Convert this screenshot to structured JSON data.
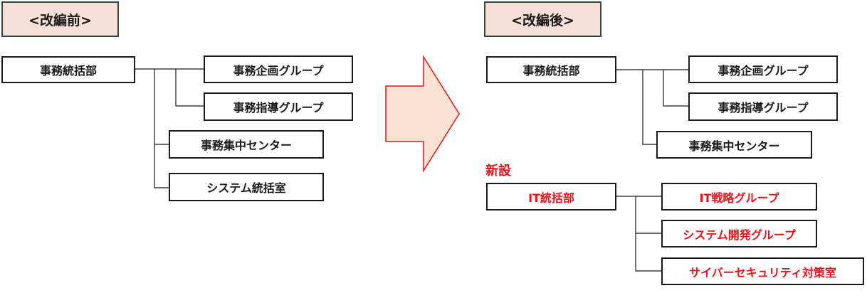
{
  "before": {
    "header": "<改編前>",
    "parent": "事務統括部",
    "children": [
      "事務企画グループ",
      "事務指導グループ",
      "事務集中センター",
      "システム統括室"
    ]
  },
  "after": {
    "header": "<改編後>",
    "parent": "事務統括部",
    "children": [
      "事務企画グループ",
      "事務指導グループ",
      "事務集中センター"
    ],
    "new_label": "新設",
    "new_parent": "IT統括部",
    "new_children": [
      "IT戦略グループ",
      "システム開発グループ",
      "サイバーセキュリティ対策室"
    ]
  },
  "colors": {
    "header_fill": "#f8e0da",
    "header_border": "#2c4a3e",
    "arrow_fill": "#fbe2d2",
    "arrow_stroke": "#e8141c",
    "new_text": "#e8141c"
  }
}
